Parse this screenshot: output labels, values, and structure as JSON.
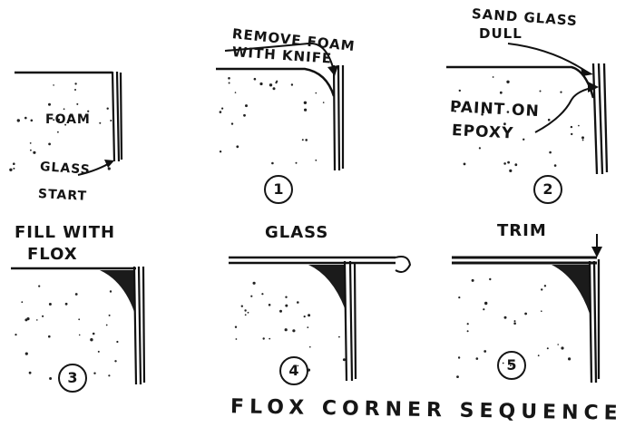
{
  "title": "FLOX   CORNER   SEQUENCE",
  "panels": {
    "start": {
      "foam": "FOAM",
      "glass": "GLASS",
      "start": "START"
    },
    "step1": {
      "number": "1",
      "line1": "REMOVE FOAM",
      "line2": "WITH KNIFE"
    },
    "step2": {
      "number": "2",
      "sand1": "SAND GLASS",
      "sand2": "DULL",
      "paint1": "PAINT ON",
      "paint2": "EPOXY"
    },
    "step3": {
      "number": "3",
      "line1": "FILL WITH",
      "line2": "FLOX"
    },
    "step4": {
      "number": "4",
      "glass": "GLASS"
    },
    "step5": {
      "number": "5",
      "trim": "TRIM"
    }
  },
  "colors": {
    "ink": "#141414",
    "paper": "#ffffff"
  }
}
